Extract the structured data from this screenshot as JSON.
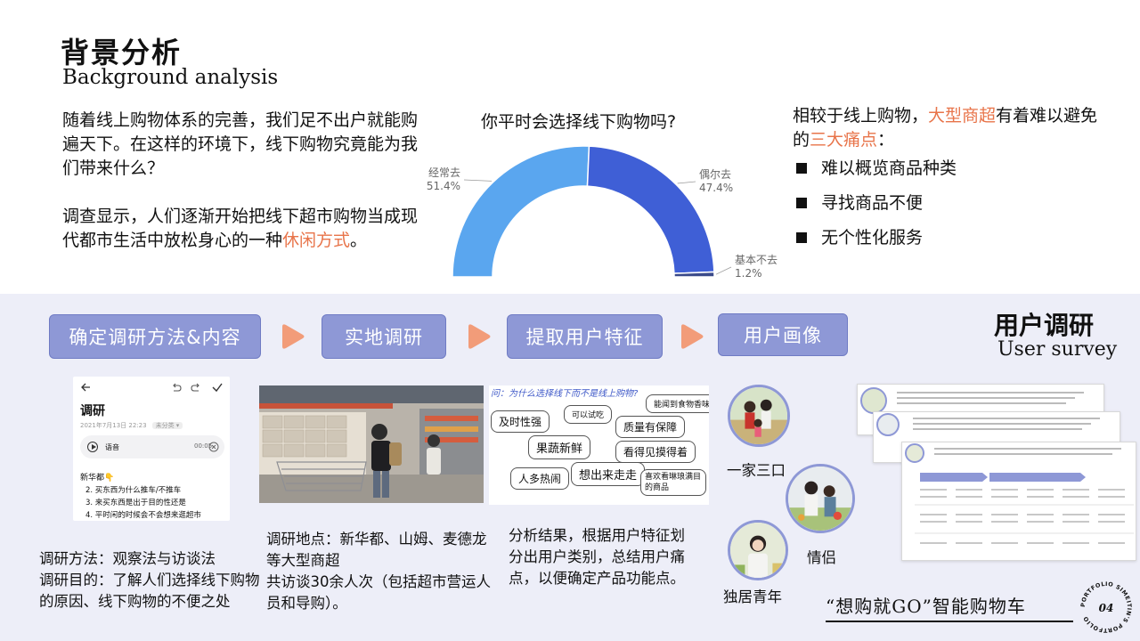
{
  "header": {
    "title_cn": "背景分析",
    "title_en": "Background analysis"
  },
  "intro": {
    "p1": "随着线上购物体系的完善，我们足不出户就能购遍天下。在这样的环境下，线下购物究竟能为我们带来什么？",
    "p2_prefix": "调查显示，人们逐渐开始把线下超市购物当成现代都市生活中放松身心的一种",
    "p2_accent": "休闲方式",
    "p2_suffix": "。"
  },
  "chart_data": {
    "type": "pie",
    "title": "你平时会选择线下购物吗?",
    "slices": [
      {
        "label": "经常去",
        "value": 51.4,
        "display": "51.4%",
        "color": "#5aa6ef"
      },
      {
        "label": "偶尔去",
        "value": 47.4,
        "display": "47.4%",
        "color": "#3f5fd6"
      },
      {
        "label": "基本不去",
        "value": 1.2,
        "display": "1.2%",
        "color": "#3a4a8a"
      }
    ]
  },
  "pain": {
    "line_prefix": "相较于线上购物，",
    "line_accent1": "大型商超",
    "line_mid": "有着难以避免的",
    "line_accent2": "三大痛点",
    "line_suffix": "：",
    "items": [
      "难以概览商品种类",
      "寻找商品不便",
      "无个性化服务"
    ]
  },
  "steps": [
    "确定调研方法&内容",
    "实地调研",
    "提取用户特征",
    "用户画像"
  ],
  "survey": {
    "title_cn": "用户调研",
    "title_en": "User survey"
  },
  "phone": {
    "title": "调研",
    "date": "2021年7月13日 22:23",
    "category": "未分类 ▾",
    "audio_label": "语音",
    "audio_duration": "00:05",
    "subtitle": "新华都👇",
    "items": [
      "2.  买东西为什么推车/不推车",
      "3.  来买东西是出于目的性还是",
      "4.  平时闲的时候会不会想来逛超市"
    ]
  },
  "bubbles": {
    "question": "问：为什么选择线下而不是线上购物?",
    "words": [
      "能闻到食物香味",
      "及时性强",
      "可以试吃",
      "质量有保障",
      "果蔬新鲜",
      "看得见摸得着",
      "人多热闹",
      "想出来走走",
      "喜欢看琳琅满目的商品"
    ]
  },
  "captions": {
    "method": "调研方法：观察法与访谈法",
    "purpose": "调研目的：了解人们选择线下购物的原因、线下购物的不便之处",
    "location": "调研地点：新华都、山姆、麦德龙等大型商超",
    "interviews": "共访谈30余人次（包括超市营运人员和导购）。",
    "analysis": "分析结果，根据用户特征划分出用户类别，总结用户痛点，以便确定产品功能点。"
  },
  "personas": [
    "一家三口",
    "情侣",
    "独居青年"
  ],
  "footer": {
    "title": "“想购就GO”智能购物车",
    "page": "04",
    "ring_text": "PORTFOLIO SIMEITIN'S PORTFOLIO"
  },
  "colors": {
    "accent": "#e8744a",
    "step": "#8e98d6",
    "lavender": "#edeef8",
    "arrow": "#f29c79"
  }
}
